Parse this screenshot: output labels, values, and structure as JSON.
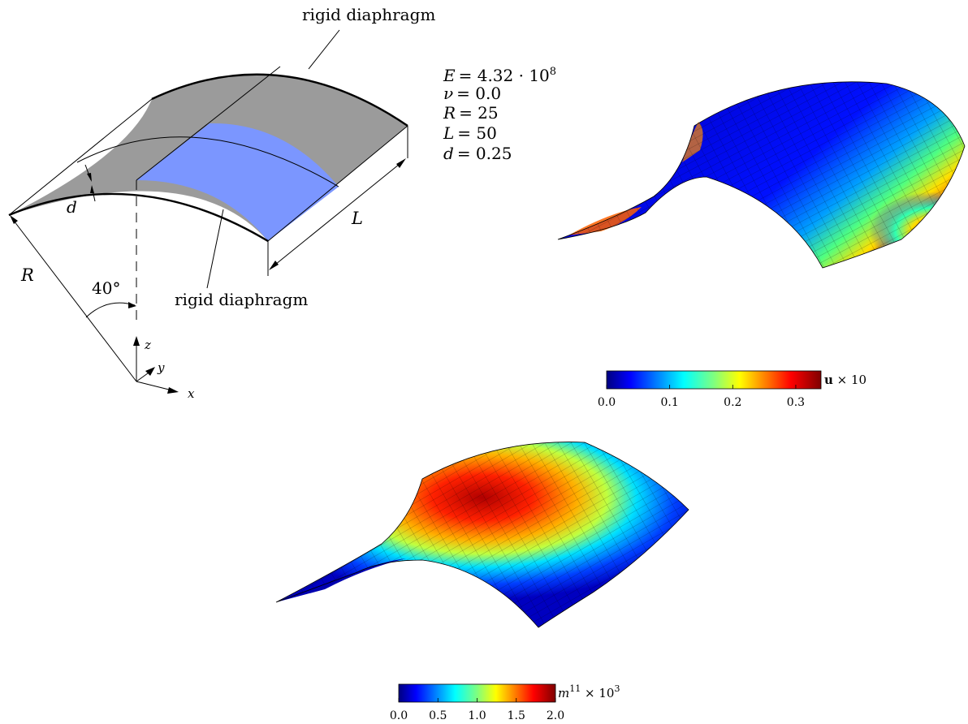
{
  "schematic": {
    "label_top": "rigid diaphragm",
    "label_bottom": "rigid diaphragm",
    "label_d": "d",
    "label_L": "L",
    "label_R": "R",
    "label_angle": "40°",
    "axis_x": "x",
    "axis_y": "y",
    "axis_z": "z"
  },
  "parameters": [
    {
      "sym": "E",
      "val": "= 4.32 · 10",
      "sup": "8"
    },
    {
      "sym": "ν",
      "val": "= 0.0",
      "sup": ""
    },
    {
      "sym": "R",
      "val": "= 25",
      "sup": ""
    },
    {
      "sym": "L",
      "val": "= 50",
      "sup": ""
    },
    {
      "sym": "d",
      "val": "= 0.25",
      "sup": ""
    }
  ],
  "colorbar_u": {
    "title_bold": "u",
    "title_rest": " × 10",
    "ticks": [
      "0.0",
      "0.1",
      "0.2",
      "0.3"
    ],
    "tick_values": [
      0.0,
      0.1,
      0.2,
      0.3
    ],
    "range": [
      0.0,
      0.34
    ]
  },
  "colorbar_m": {
    "title_sym": "m",
    "title_sup": "11",
    "title_rest": " × 10",
    "title_exp": "3",
    "ticks": [
      "0.0",
      "0.5",
      "1.0",
      "1.5",
      "2.0"
    ],
    "tick_values": [
      0.0,
      0.5,
      1.0,
      1.5,
      2.0
    ],
    "range": [
      0.0,
      2.0
    ]
  },
  "colors": {
    "gray_panel": "#9b9b9b",
    "blue_panel": "#7b96ff",
    "jet": [
      "#00007f",
      "#0000ff",
      "#007fff",
      "#00ffff",
      "#7fff7f",
      "#ffff00",
      "#ff7f00",
      "#ff0000",
      "#7f0000"
    ]
  }
}
